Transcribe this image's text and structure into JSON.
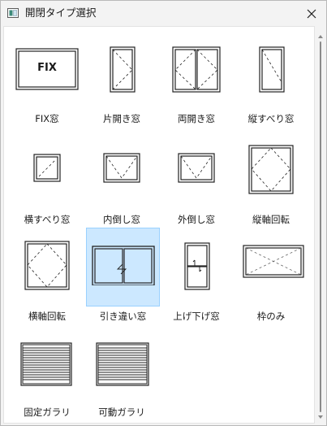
{
  "window": {
    "title": "開閉タイプ選択"
  },
  "icons": {
    "app": "window-app-icon",
    "close": "close-icon"
  },
  "items": [
    {
      "label": "FIX窓",
      "glyph": "FIX"
    },
    {
      "label": "片開き窓"
    },
    {
      "label": "両開き窓"
    },
    {
      "label": "縦すべり窓"
    },
    {
      "label": "横すべり窓"
    },
    {
      "label": "内倒し窓"
    },
    {
      "label": "外倒し窓"
    },
    {
      "label": "縦軸回転"
    },
    {
      "label": "横軸回転"
    },
    {
      "label": "引き違い窓",
      "selected": true
    },
    {
      "label": "上げ下げ窓"
    },
    {
      "label": "枠のみ"
    },
    {
      "label": "固定ガラリ"
    },
    {
      "label": "可動ガラリ"
    }
  ],
  "colors": {
    "selection_bg": "#cce8ff",
    "selection_border": "#99d1ff"
  }
}
